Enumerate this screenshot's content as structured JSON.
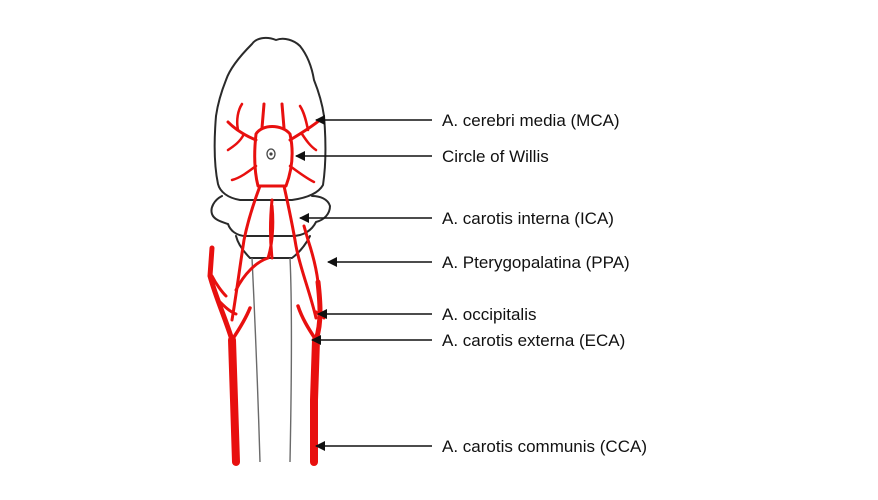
{
  "colors": {
    "artery": "#e8100f",
    "outline": "#2a2a2a",
    "text": "#111111"
  },
  "labels": {
    "mca": "A. cerebri media (MCA)",
    "willis": "Circle of Willis",
    "ica": "A. carotis  interna (ICA)",
    "ppa": "A. Pterygopalatina (PPA)",
    "occipitalis": "A. occipitalis",
    "eca": "A. carotis externa (ECA)",
    "cca": "A. carotis communis (CCA)"
  }
}
